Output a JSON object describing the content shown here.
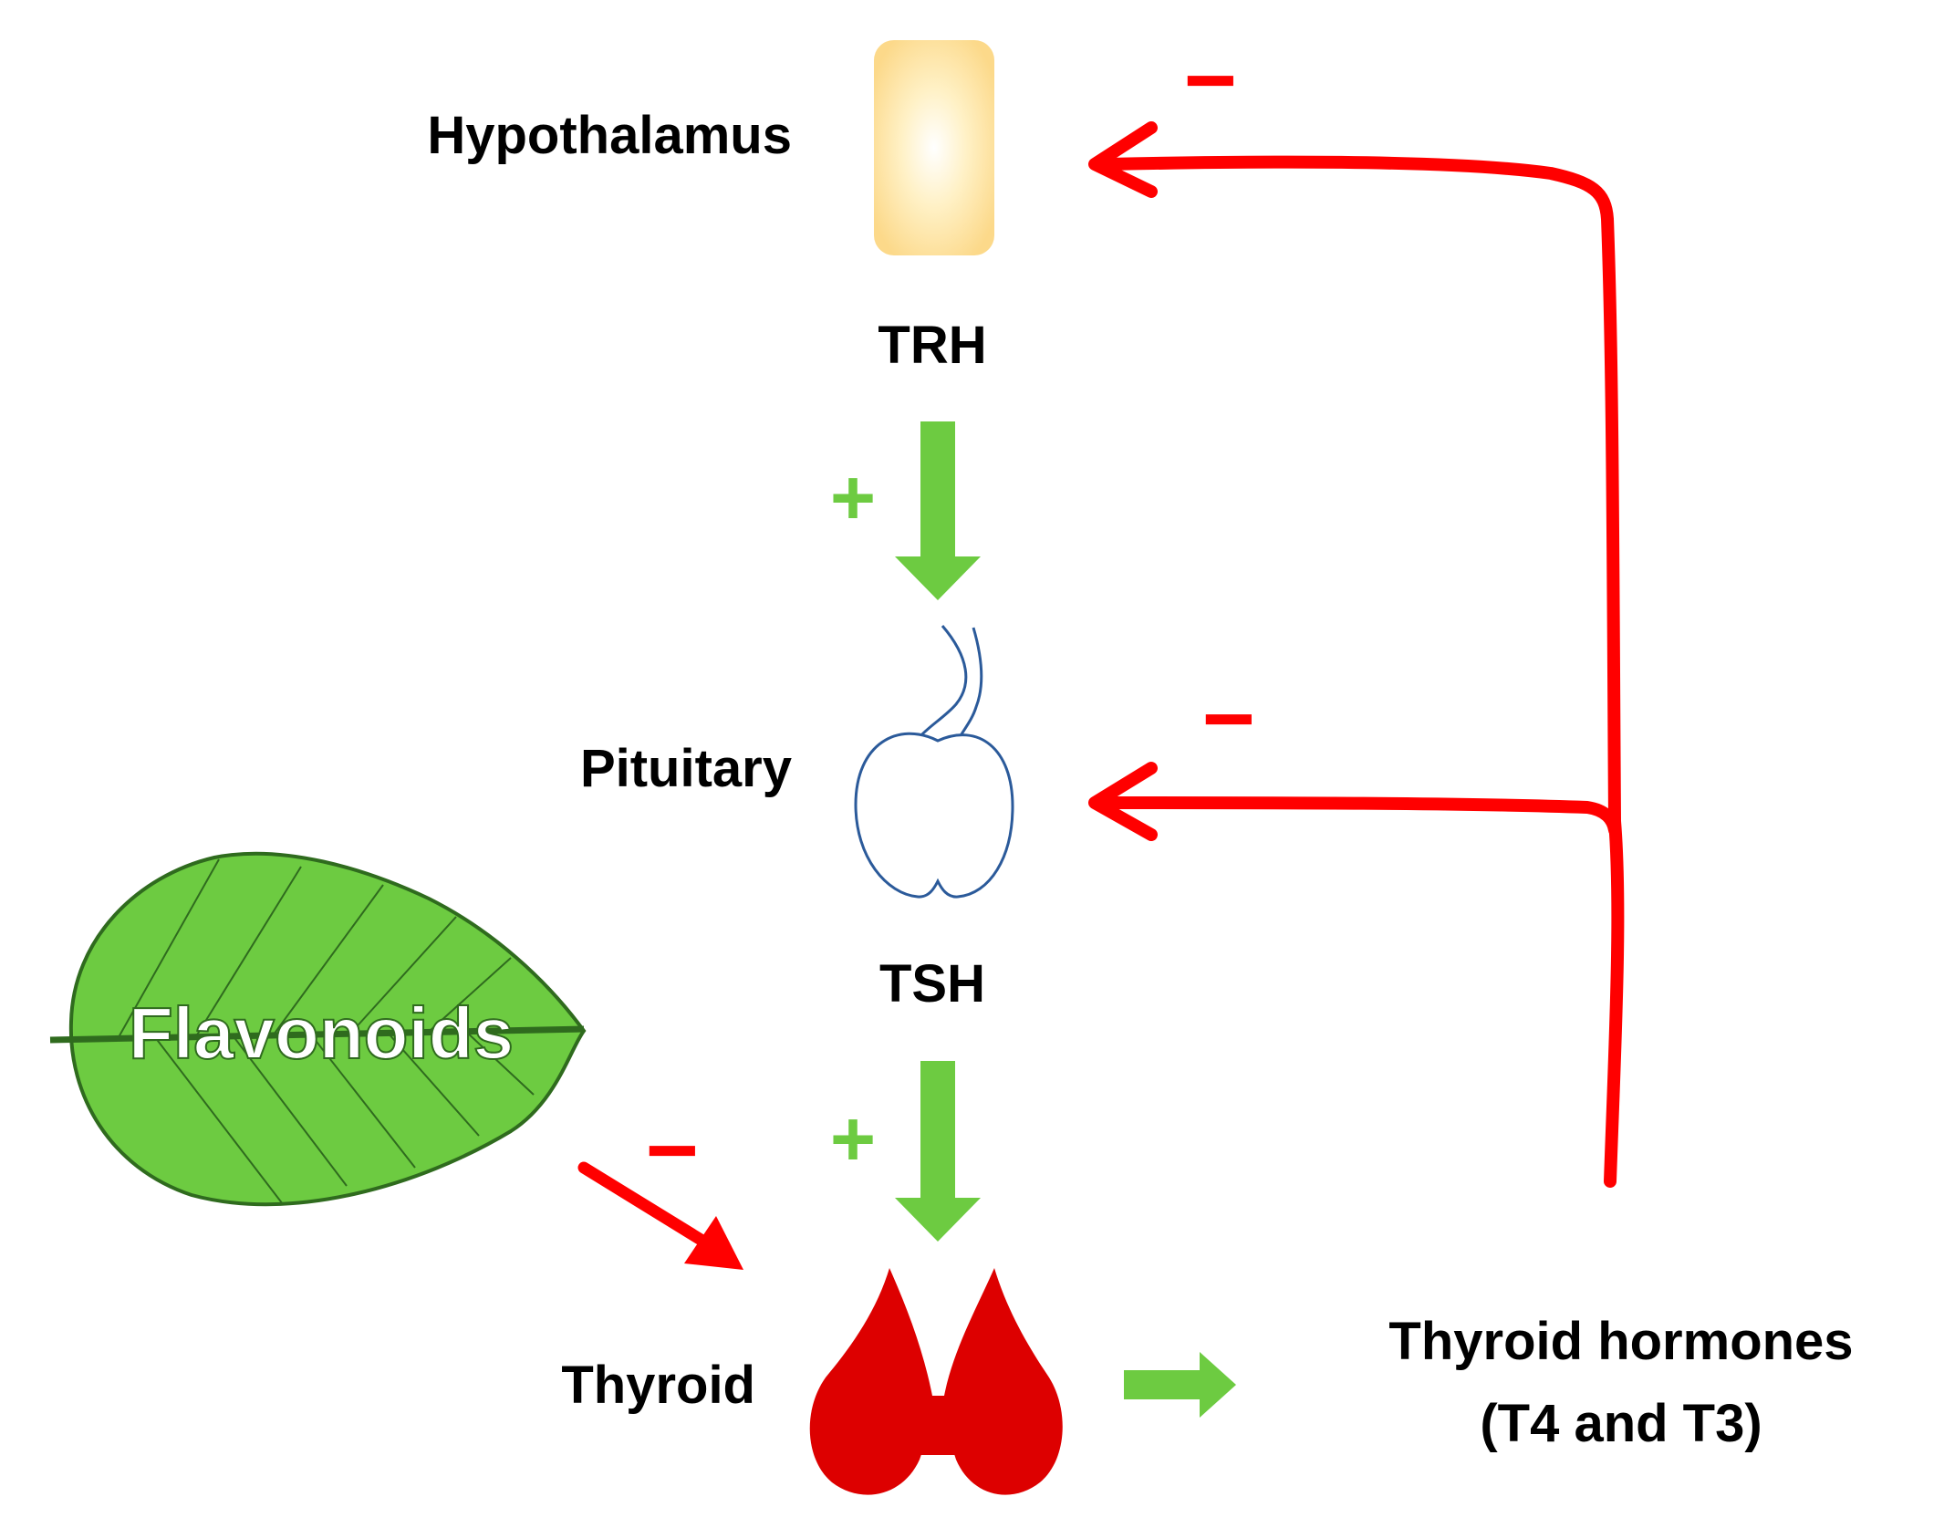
{
  "labels": {
    "hypothalamus": "Hypothalamus",
    "trh": "TRH",
    "pituitary": "Pituitary",
    "tsh": "TSH",
    "thyroid": "Thyroid",
    "hormones_line1": "Thyroid hormones",
    "hormones_line2": "(T4 and T3)",
    "flavonoids": "Flavonoids"
  },
  "signs": {
    "plus": "+",
    "minus": "−"
  },
  "colors": {
    "stimulate": "#6dcb41",
    "inhibit": "#ff0000",
    "thyroid": "#dd0000",
    "leaf": "#6dcb41",
    "leaf_edge": "#2f6b1e",
    "pituitary_outline": "#2b5a9a",
    "hypothalamus_fill": "#fde3a0",
    "text": "#000000"
  }
}
